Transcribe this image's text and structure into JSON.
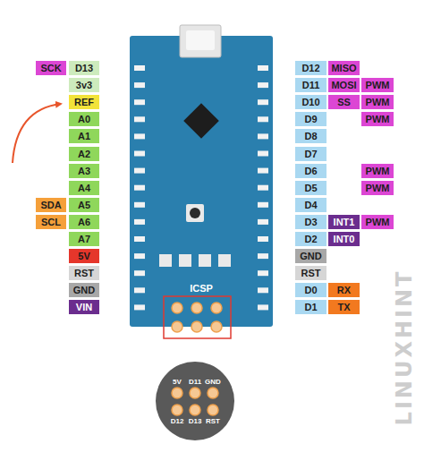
{
  "diagram": {
    "nodes": [
      {
        "text": [
          "ICSP"
        ]
      },
      {
        "text": [
          "SCK"
        ]
      },
      {
        "text": [
          "D13"
        ]
      },
      {
        "text": [
          "D12"
        ]
      },
      {
        "text": [
          "MISO"
        ]
      },
      {
        "text": [
          "3v3"
        ]
      },
      {
        "text": [
          "D11"
        ]
      },
      {
        "text": [
          "MOSI"
        ]
      },
      {
        "text": [
          "PWM"
        ]
      },
      {
        "text": [
          "REF"
        ]
      },
      {
        "text": [
          "D10"
        ]
      },
      {
        "text": [
          "SS"
        ]
      },
      {
        "text": [
          "PWM"
        ]
      },
      {
        "text": [
          "A0"
        ]
      },
      {
        "text": [
          "D9"
        ]
      },
      {
        "text": [
          "PWM"
        ]
      },
      {
        "text": [
          "A1"
        ]
      },
      {
        "text": [
          "D8"
        ]
      },
      {
        "text": [
          "A2"
        ]
      },
      {
        "text": [
          "D7"
        ]
      },
      {
        "text": [
          "A3"
        ]
      },
      {
        "text": [
          "D6"
        ]
      },
      {
        "text": [
          "PWM"
        ]
      },
      {
        "text": [
          "A4"
        ]
      },
      {
        "text": [
          "D5"
        ]
      },
      {
        "text": [
          "PWM"
        ]
      },
      {
        "text": [
          "SDA"
        ]
      },
      {
        "text": [
          "A5"
        ]
      },
      {
        "text": [
          "D4"
        ]
      },
      {
        "text": [
          "SCL"
        ]
      },
      {
        "text": [
          "A6"
        ]
      },
      {
        "text": [
          "D3"
        ]
      },
      {
        "text": [
          "INT1"
        ]
      },
      {
        "text": [
          "PWM"
        ]
      },
      {
        "text": [
          "A7"
        ]
      },
      {
        "text": [
          "D2"
        ]
      },
      {
        "text": [
          "INT0"
        ]
      },
      {
        "text": [
          "5V"
        ]
      },
      {
        "text": [
          "GND"
        ]
      },
      {
        "text": [
          "RST"
        ]
      },
      {
        "text": [
          "RST"
        ]
      },
      {
        "text": [
          "GND"
        ]
      },
      {
        "text": [
          "D0"
        ]
      },
      {
        "text": [
          "RX"
        ]
      },
      {
        "text": [
          "VIN"
        ]
      },
      {
        "text": [
          "D1"
        ]
      },
      {
        "text": [
          "TX"
        ]
      },
      {
        "text": [
          "5V",
          "D11",
          "GND",
          "D12",
          "D13",
          "RST"
        ]
      }
    ],
    "labels": [
      "LINUXHINT"
    ]
  }
}
